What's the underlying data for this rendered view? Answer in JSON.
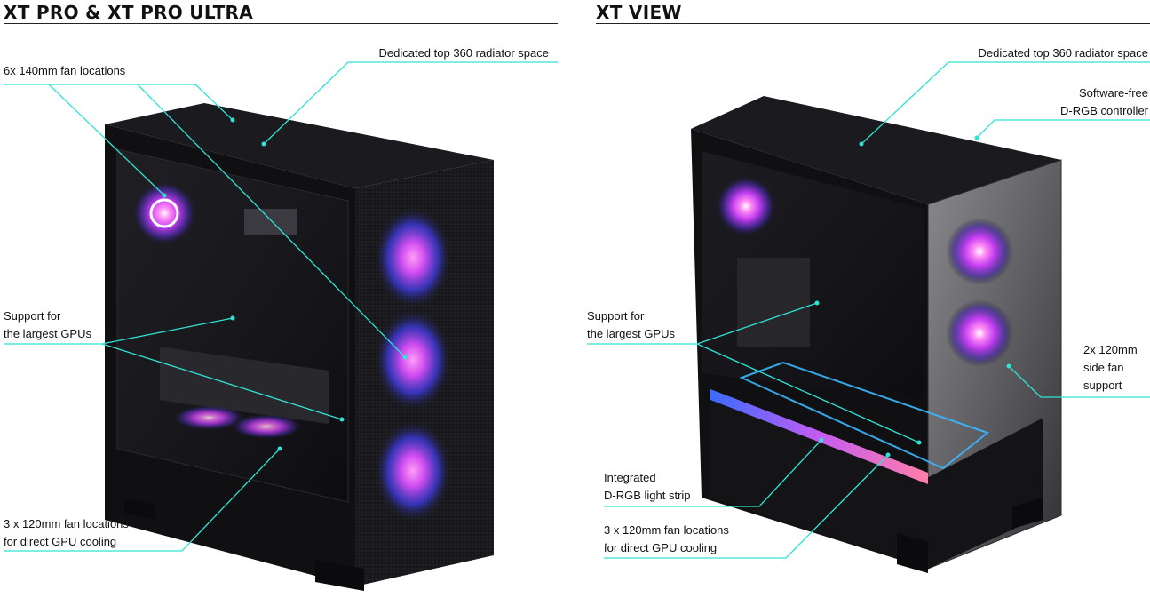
{
  "panels": [
    {
      "title": "XT PRO & XT PRO ULTRA",
      "callouts": {
        "top_radiator": "Dedicated top 360 radiator space",
        "fan_locations": "6x 140mm fan locations",
        "gpu_support": [
          "Support for",
          "the largest GPUs"
        ],
        "gpu_cooling": [
          "3 x 120mm fan locations",
          "for direct GPU cooling"
        ]
      }
    },
    {
      "title": "XT VIEW",
      "callouts": {
        "top_radiator": "Dedicated top 360 radiator space",
        "controller": [
          "Software-free",
          "D-RGB controller"
        ],
        "gpu_support": [
          "Support for",
          "the largest GPUs"
        ],
        "side_fan": [
          "2x 120mm",
          "side fan",
          "support"
        ],
        "light_strip": [
          "Integrated",
          "D-RGB light strip"
        ],
        "gpu_cooling": [
          "3 x 120mm fan locations",
          "for direct GPU cooling"
        ]
      }
    }
  ],
  "colors": {
    "accent": "#2fe3d4",
    "case": "#141416",
    "fan_glow": "#e040fb"
  }
}
